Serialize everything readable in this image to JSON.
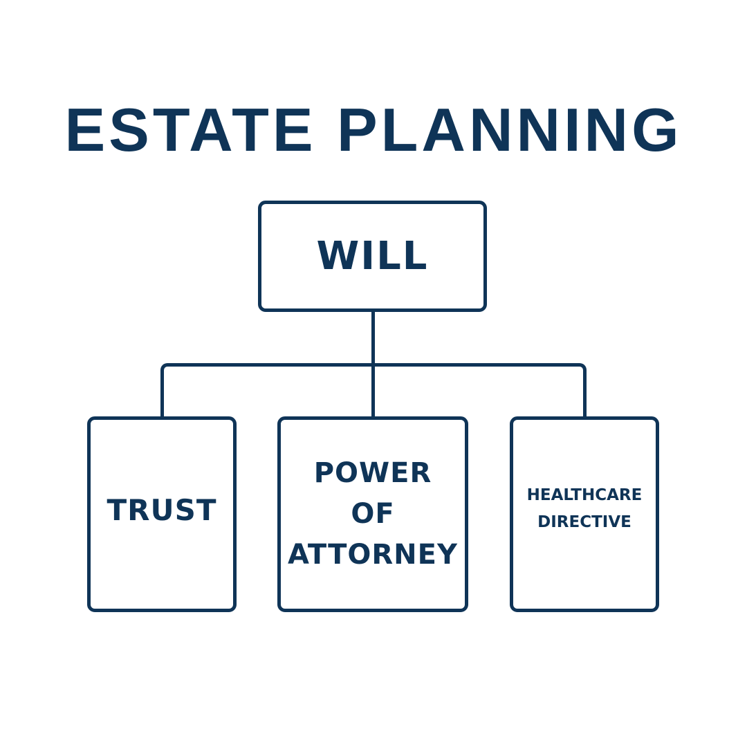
{
  "title": "ESTATE PLANNING",
  "diagram": {
    "root": {
      "label": "WILL"
    },
    "children": [
      {
        "label": "TRUST"
      },
      {
        "label": "POWER\nOF\nATTORNEY"
      },
      {
        "label": "HEALTHCARE\nDIRECTIVE"
      }
    ]
  },
  "colors": {
    "primary": "#0f3457",
    "background": "#ffffff"
  }
}
